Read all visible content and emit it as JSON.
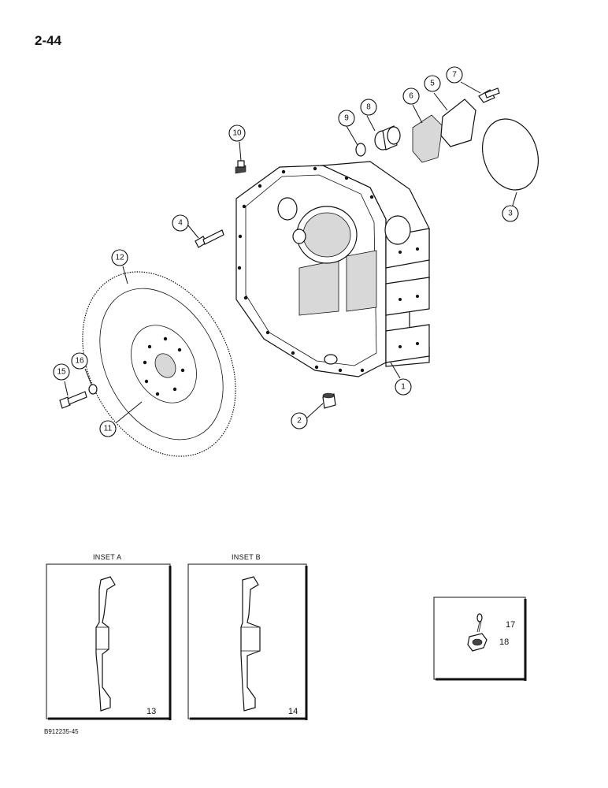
{
  "page_number": "2-44",
  "drawing_code": "B912235-45",
  "insets": [
    {
      "title": "INSET A",
      "number": "13"
    },
    {
      "title": "INSET B",
      "number": "14"
    }
  ],
  "callouts": [
    "1",
    "2",
    "3",
    "4",
    "5",
    "6",
    "7",
    "8",
    "9",
    "10",
    "11",
    "12",
    "15",
    "16"
  ],
  "detail_labels": [
    "17",
    "18"
  ]
}
